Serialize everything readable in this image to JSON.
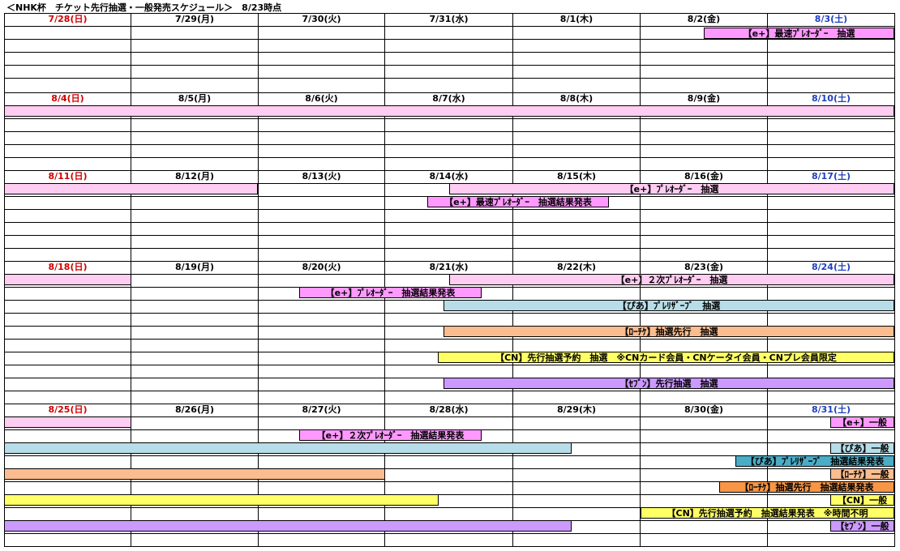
{
  "title": "＜NHK杯　チケット先行抽選・一般発売スケジュール＞　8/23時点",
  "colors": {
    "sunday": "#d00000",
    "saturday": "#1f3fbf"
  },
  "weeks": [
    {
      "days": [
        "7/28(日)",
        "7/29(月)",
        "7/30(火)",
        "7/31(水)",
        "8/1(木)",
        "8/2(金)",
        "8/3(土)"
      ]
    },
    {
      "days": [
        "8/4(日)",
        "8/5(月)",
        "8/6(火)",
        "8/7(水)",
        "8/8(木)",
        "8/9(金)",
        "8/10(土)"
      ]
    },
    {
      "days": [
        "8/11(日)",
        "8/12(月)",
        "8/13(火)",
        "8/14(水)",
        "8/15(木)",
        "8/16(金)",
        "8/17(土)"
      ]
    },
    {
      "days": [
        "8/18(日)",
        "8/19(月)",
        "8/20(火)",
        "8/21(水)",
        "8/22(木)",
        "8/23(金)",
        "8/24(土)"
      ]
    },
    {
      "days": [
        "8/25(日)",
        "8/26(月)",
        "8/27(火)",
        "8/28(水)",
        "8/29(木)",
        "8/30(金)",
        "8/31(土)"
      ]
    }
  ],
  "events": {
    "w1_eplus_fastest": "【e+】最速ﾌﾟﾚｵｰﾀﾞｰ　抽選",
    "w3_eplus_preorder": "【e+】ﾌﾟﾚｵｰﾀﾞｰ　抽選",
    "w3_eplus_fastest_result": "【e+】最速ﾌﾟﾚｵｰﾀﾞｰ　抽選結果発表",
    "w4_eplus_2nd": "【e+】２次ﾌﾟﾚｵｰﾀﾞｰ　抽選",
    "w4_eplus_preorder_result": "【e+】ﾌﾟﾚｵｰﾀﾞｰ　抽選結果発表",
    "w4_pia_presale": "【ぴあ】ﾌﾟﾚﾘｻﾞｰﾌﾞ　抽選",
    "w4_lawson_presale": "【ﾛｰﾁｹ】抽選先行　抽選",
    "w4_cn_presale": "【CN】先行抽選予約　抽選　※CNカード会員・CNケータイ会員・CNプレ会員限定",
    "w4_seven_presale": "【ｾﾌﾞﾝ】先行抽選　抽選",
    "w5_eplus_general": "【e+】一般",
    "w5_eplus_2nd_result": "【e+】２次ﾌﾟﾚｵｰﾀﾞｰ　抽選結果発表",
    "w5_pia_general": "【ぴあ】一般",
    "w5_pia_result": "【ぴあ】ﾌﾟﾚﾘｻﾞｰﾌﾞ　抽選結果発表",
    "w5_lawson_general": "【ﾛｰﾁｹ】一般",
    "w5_lawson_result": "【ﾛｰﾁｹ】抽選先行　抽選結果発表",
    "w5_cn_general": "【CN】一般",
    "w5_cn_result": "【CN】先行抽選予約　抽選結果発表　※時間不明",
    "w5_seven_general": "【ｾﾌﾞﾝ】一般"
  }
}
